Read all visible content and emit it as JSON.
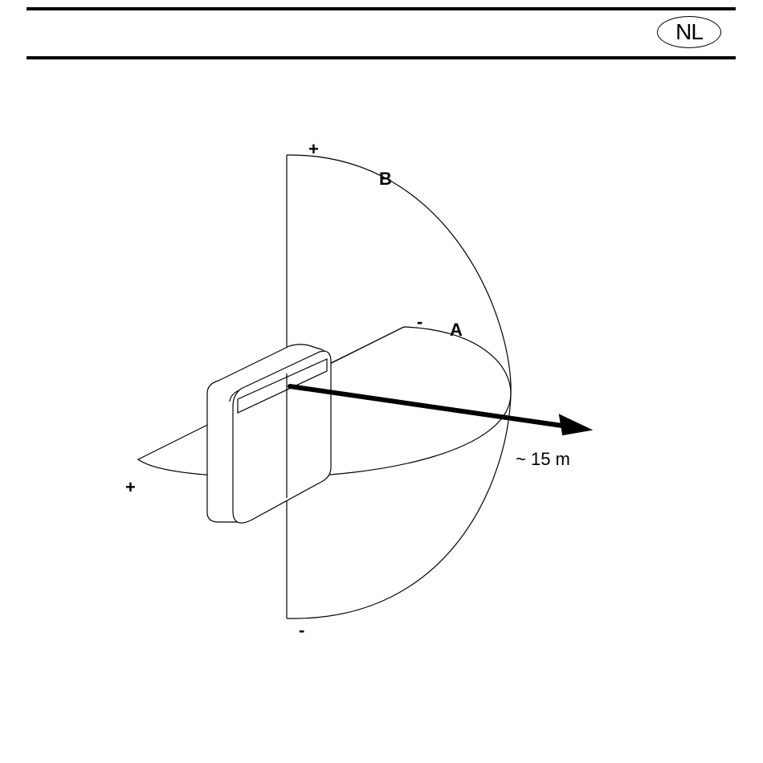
{
  "header": {
    "language_code": "NL"
  },
  "diagram": {
    "labels": {
      "zone_a": "A",
      "zone_b": "B",
      "vertical_plus": "+",
      "vertical_minus": "-",
      "horizontal_plus": "+",
      "horizontal_minus": "-",
      "distance": "~ 15 m"
    }
  }
}
